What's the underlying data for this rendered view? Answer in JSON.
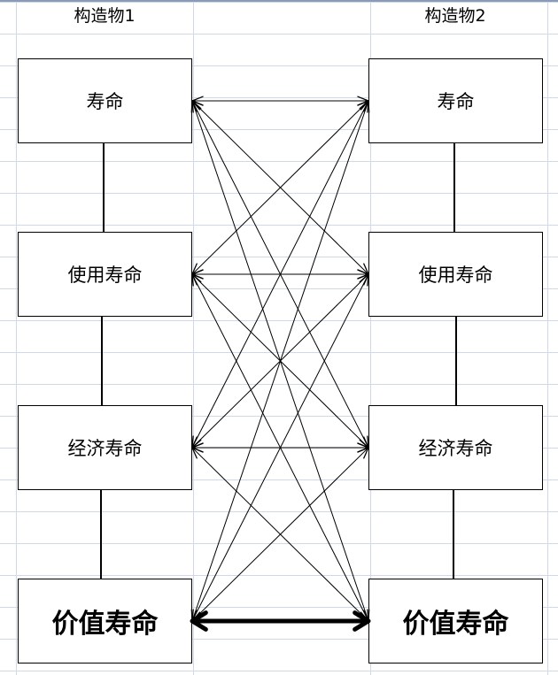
{
  "headers": {
    "left": "构造物1",
    "right": "构造物2"
  },
  "left_boxes": [
    "寿命",
    "使用寿命",
    "经济寿命",
    "价值寿命"
  ],
  "right_boxes": [
    "寿命",
    "使用寿命",
    "经济寿命",
    "价值寿命"
  ],
  "colors": {
    "line": "#000000",
    "grid": "#d4d8e0"
  }
}
